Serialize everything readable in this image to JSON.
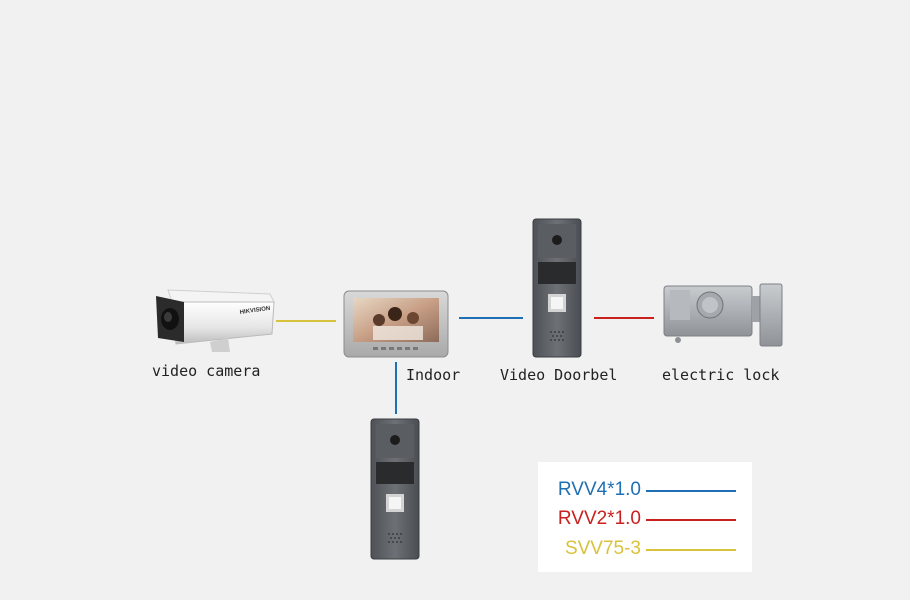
{
  "devices": {
    "camera": {
      "label": "video camera",
      "brand": "HIKVISION"
    },
    "indoor": {
      "label": "Indoor"
    },
    "doorbell": {
      "label": "Video Doorbel"
    },
    "lock": {
      "label": "electric lock"
    }
  },
  "legend": [
    {
      "text": "RVV4*1.0",
      "color": "#1f6fb5"
    },
    {
      "text": "RVV2*1.0",
      "color": "#c8211e"
    },
    {
      "text": "SVV75-3",
      "color": "#d9c23b"
    }
  ],
  "wire_colors": {
    "blue": "#1f6fb5",
    "red": "#c8211e",
    "yellow": "#d9c23b"
  }
}
